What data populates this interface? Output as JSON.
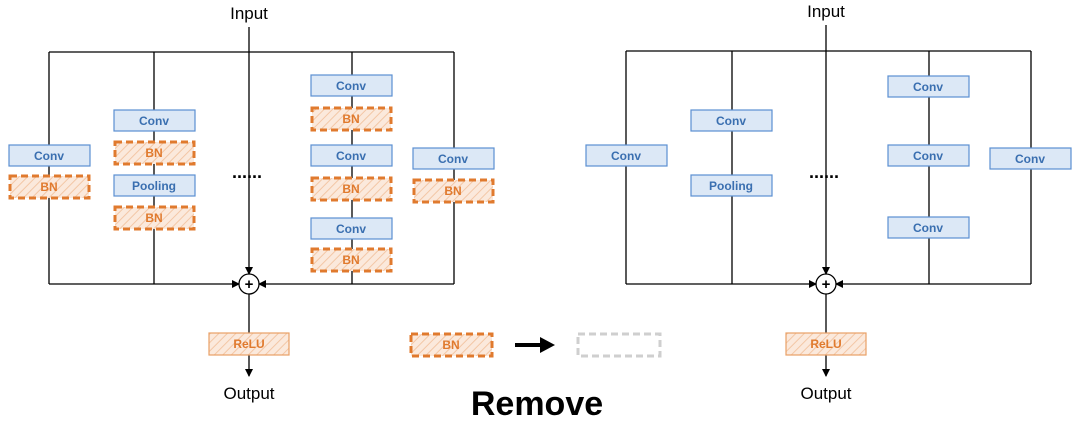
{
  "labels": {
    "input": "Input",
    "output": "Output",
    "conv": "Conv",
    "bn": "BN",
    "pooling": "Pooling",
    "relu": "ReLU",
    "dots": "......",
    "plus": "+",
    "remove": "Remove"
  },
  "colors": {
    "conv_fill": "#dce8f6",
    "conv_stroke": "#5b8fd1",
    "bn_orange": "#e07a2e",
    "ghost_gray": "#cfcfcf"
  }
}
